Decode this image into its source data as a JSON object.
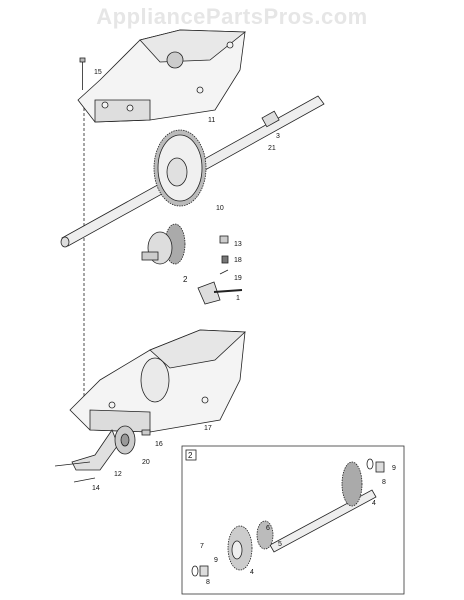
{
  "watermark": "AppliancePartsPros.com",
  "inset_box_label": "2",
  "callouts": {
    "c15": "15",
    "c11": "11",
    "c3": "3",
    "c21": "21",
    "c10": "10",
    "c13": "13",
    "c18": "18",
    "c19": "19",
    "c1": "1",
    "c2": "2",
    "c17": "17",
    "c16": "16",
    "c20": "20",
    "c12": "12",
    "c14": "14"
  },
  "inset_callouts": {
    "i9a": "9",
    "i8a": "8",
    "i4a": "4",
    "i6": "6",
    "i5": "5",
    "i7": "7",
    "i9b": "9",
    "i8b": "8",
    "i4b": "4"
  },
  "colors": {
    "line": "#222222",
    "fill": "#f4f4f4",
    "shade": "#cfcfcf",
    "dark": "#555555",
    "watermark": "#e6e6e6"
  }
}
